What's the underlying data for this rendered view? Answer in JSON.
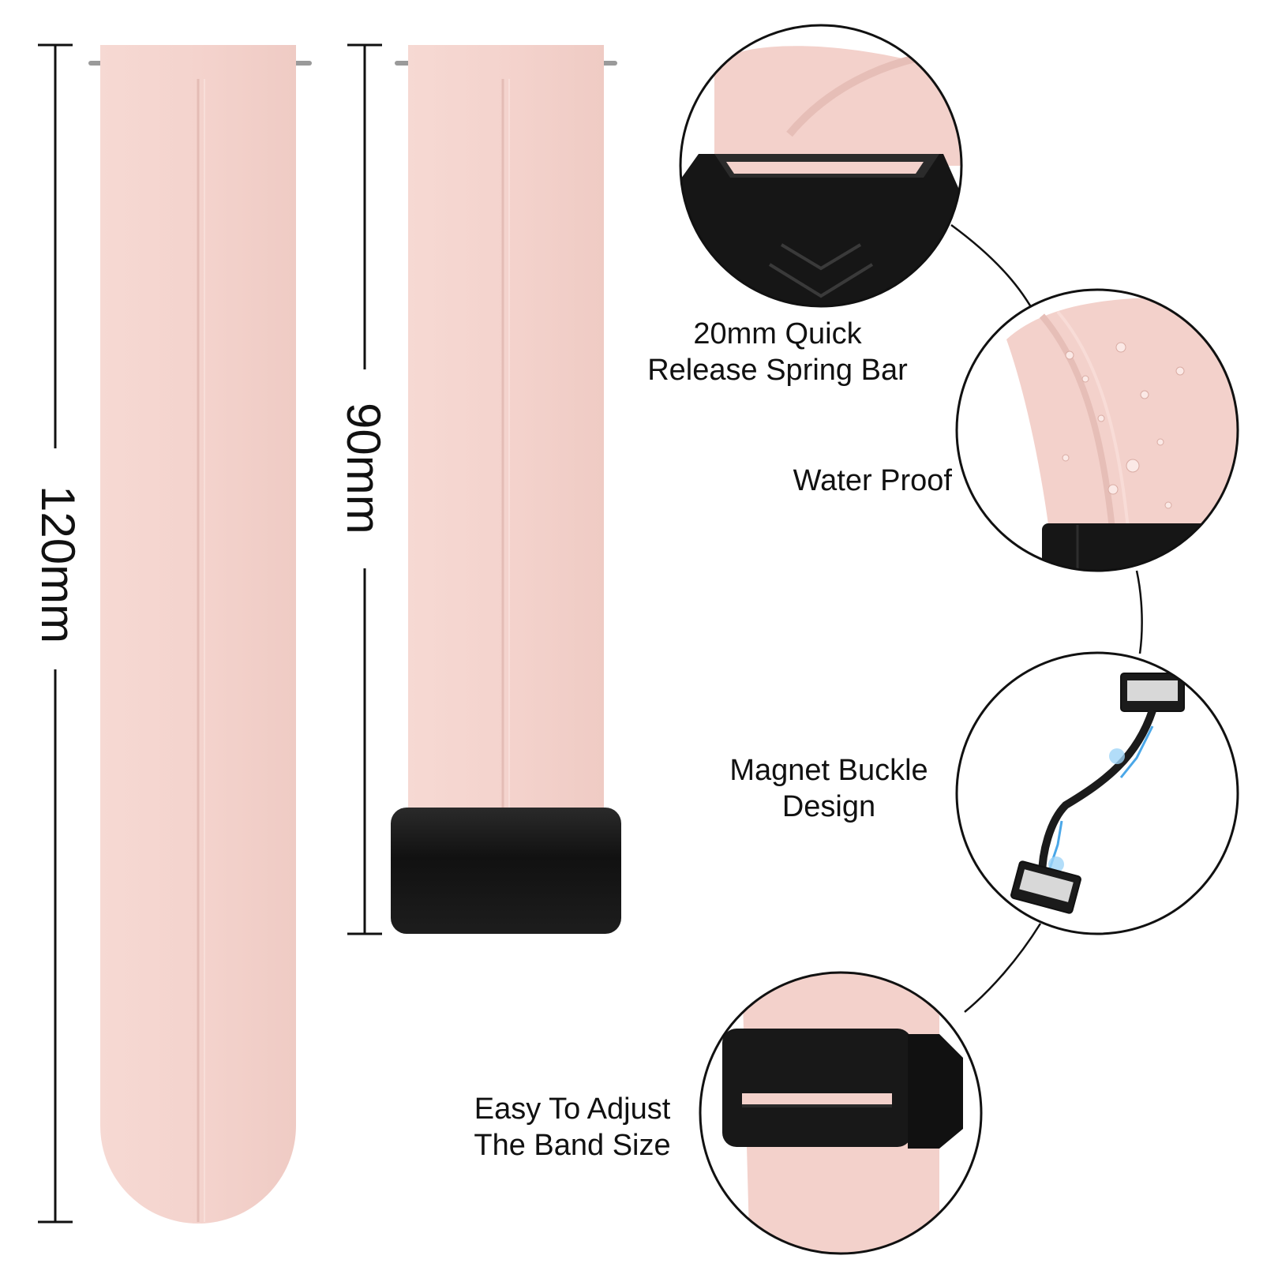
{
  "product": {
    "band_color": "#f4d3cd",
    "band_groove_color": "#e4bcb5",
    "buckle_color": "#151515",
    "pin_color": "#9a9a9a"
  },
  "dimensions": {
    "long_strap": "120mm",
    "short_strap": "90mm"
  },
  "features": [
    {
      "line1": "20mm Quick",
      "line2": "Release Spring Bar"
    },
    {
      "line1": "Water Proof"
    },
    {
      "line1": "Magnet Buckle",
      "line2": "Design"
    },
    {
      "line1": "Easy To Adjust",
      "line2": "The Band Size"
    }
  ],
  "icons": {
    "detail_1": "spring-bar-closeup",
    "detail_2": "water-drops-closeup",
    "detail_3": "magnet-buckle-closeup",
    "detail_4": "adjust-buckle-closeup"
  }
}
